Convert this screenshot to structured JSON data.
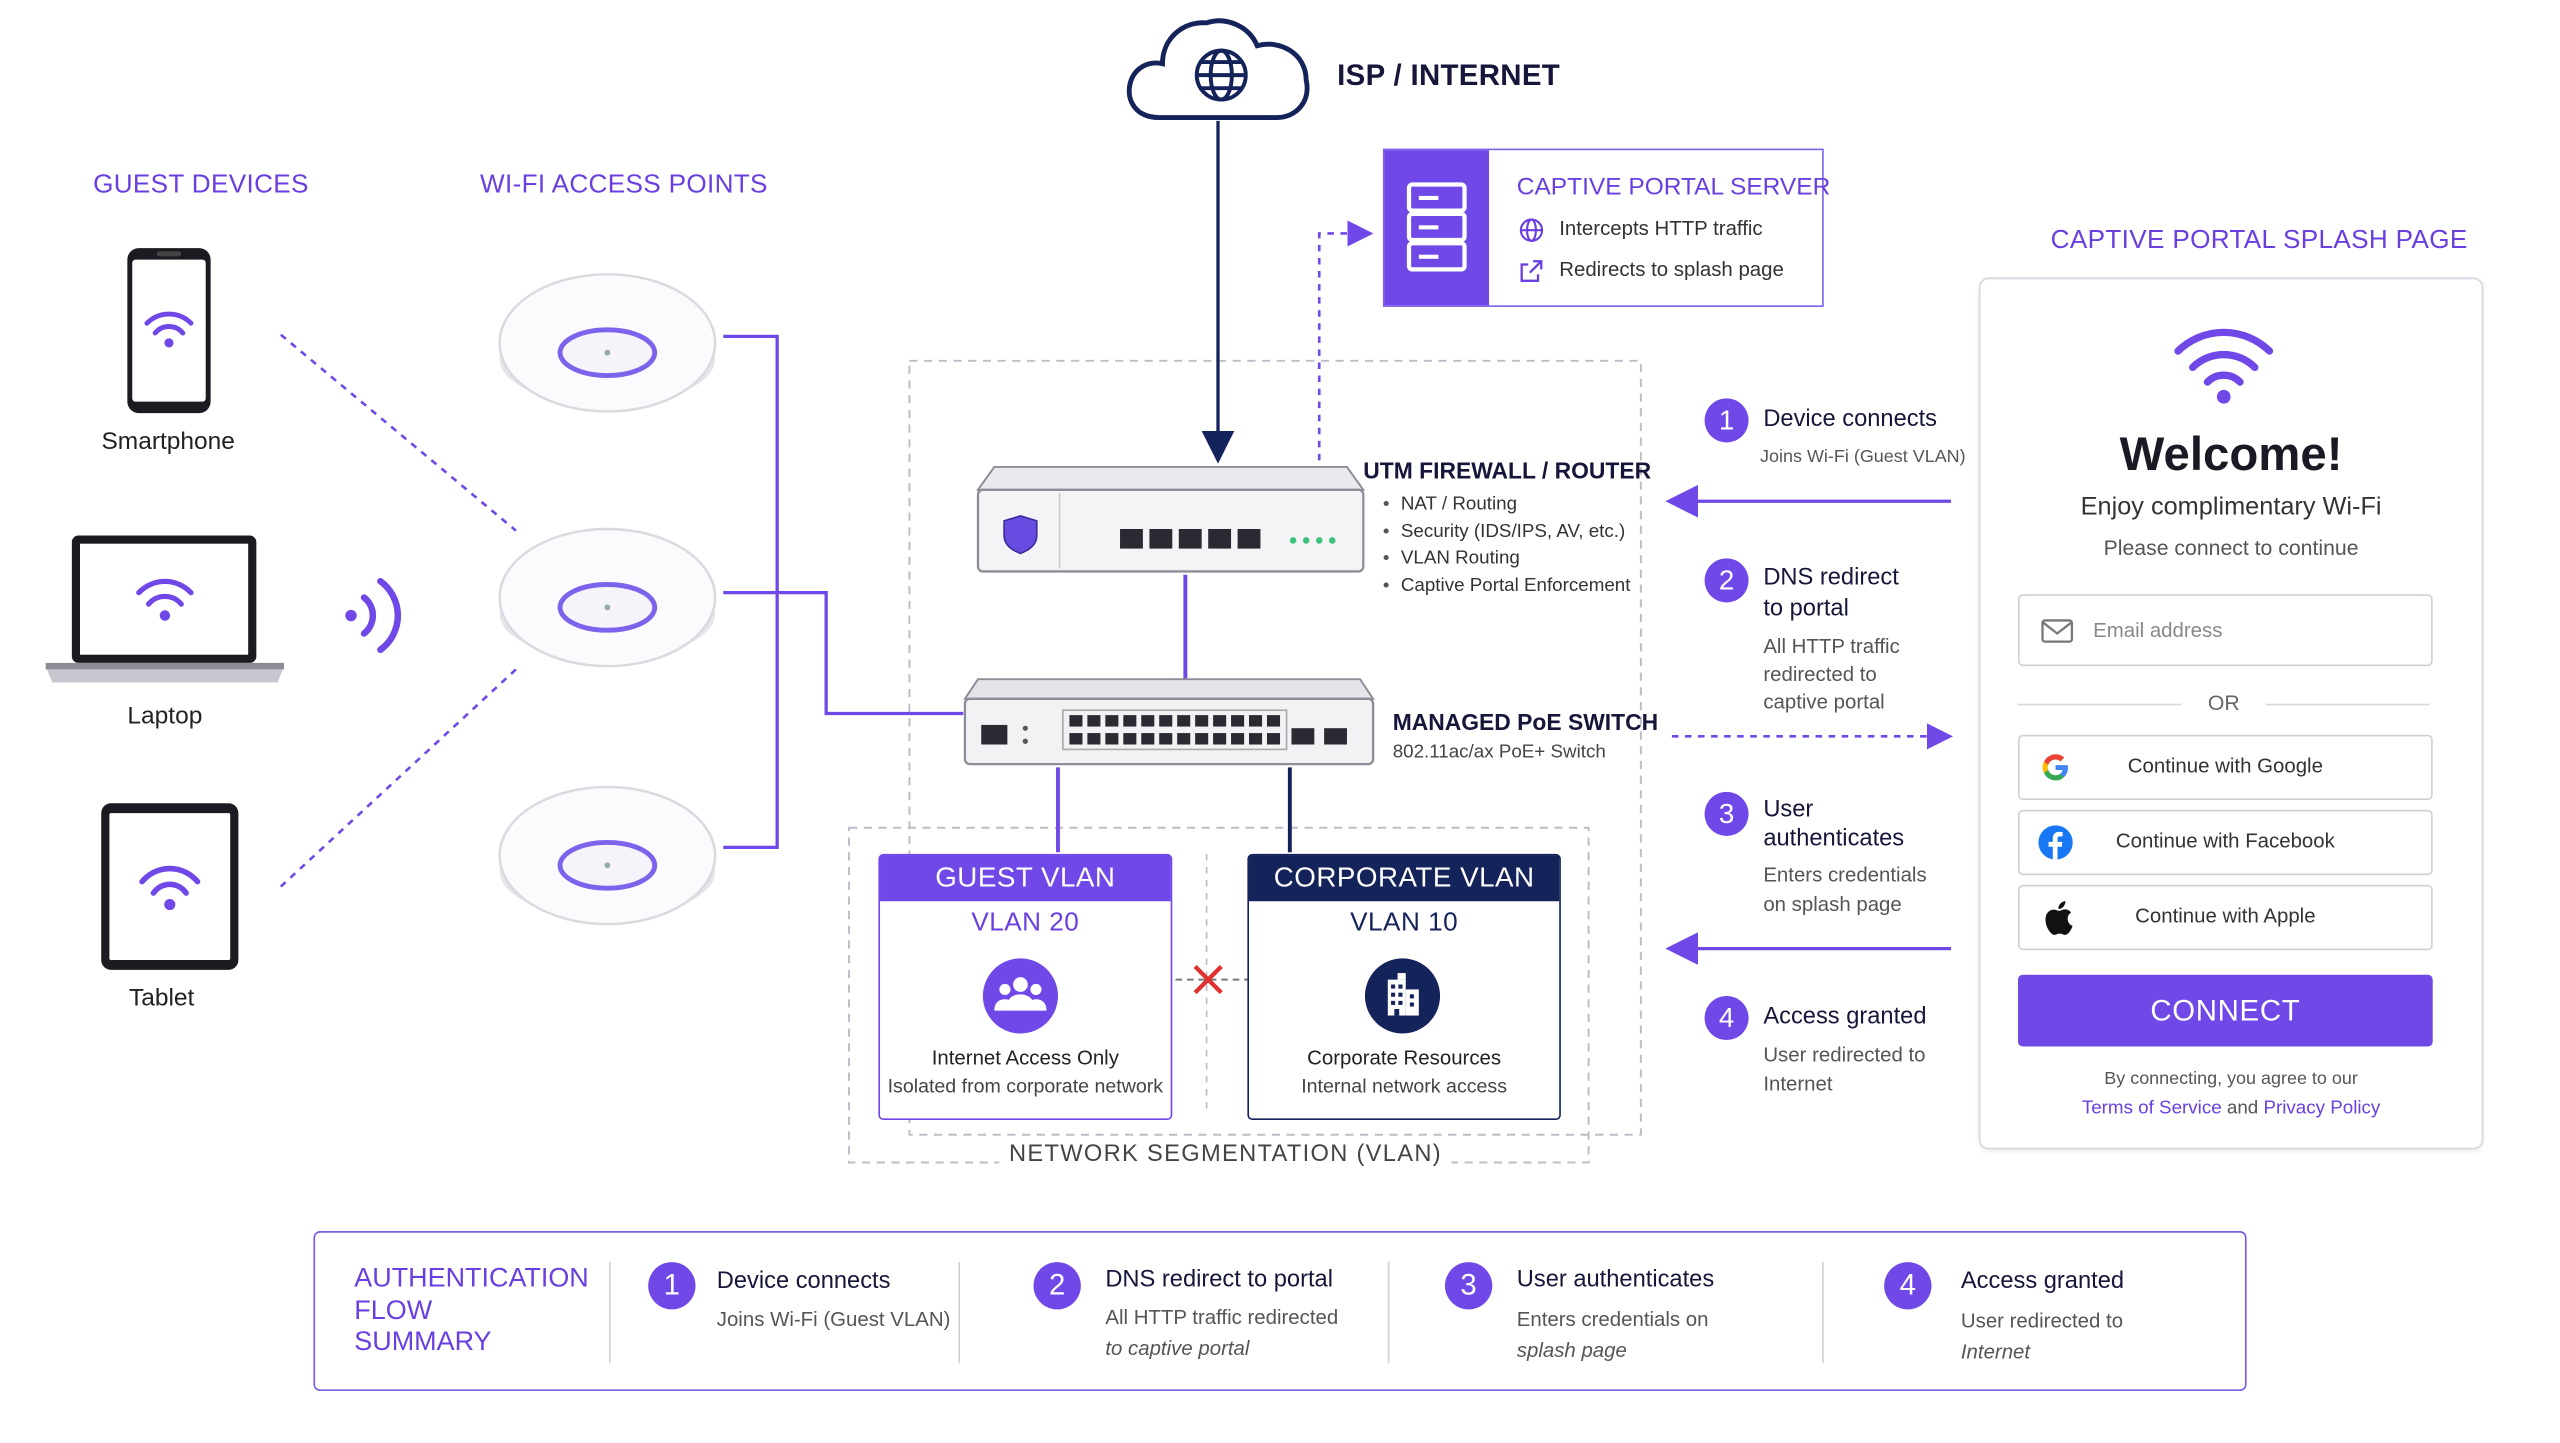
{
  "internet": {
    "label": "ISP / INTERNET"
  },
  "sections": {
    "guest_devices": "GUEST DEVICES",
    "access_points": "WI-FI ACCESS POINTS",
    "splash_page": "CAPTIVE PORTAL SPLASH PAGE",
    "segmentation": "NETWORK SEGMENTATION (VLAN)"
  },
  "devices": [
    {
      "label": "Smartphone"
    },
    {
      "label": "Laptop"
    },
    {
      "label": "Tablet"
    }
  ],
  "captive_server": {
    "title": "CAPTIVE PORTAL SERVER",
    "items": [
      "Intercepts HTTP traffic",
      "Redirects to splash page"
    ]
  },
  "firewall": {
    "title": "UTM FIREWALL / ROUTER",
    "bullets": [
      "NAT / Routing",
      "Security (IDS/IPS, AV, etc.)",
      "VLAN Routing",
      "Captive Portal Enforcement"
    ]
  },
  "switch": {
    "title": "MANAGED PoE SWITCH",
    "subtitle": "802.11ac/ax PoE+ Switch"
  },
  "vlans": [
    {
      "header": "GUEST VLAN",
      "id": "VLAN 20",
      "line1": "Internet Access Only",
      "line2": "Isolated from corporate network",
      "color": "#7048e8"
    },
    {
      "header": "CORPORATE VLAN",
      "id": "VLAN 10",
      "line1": "Corporate Resources",
      "line2": "Internal network access",
      "color": "#14235a"
    }
  ],
  "steps": [
    {
      "num": "1",
      "title": "Device connects",
      "desc": "Joins Wi-Fi (Guest VLAN)"
    },
    {
      "num": "2",
      "title": "DNS redirect to portal",
      "desc": "All HTTP traffic redirected to captive portal"
    },
    {
      "num": "3",
      "title": "User authenticates",
      "desc": "Enters credentials on splash page"
    },
    {
      "num": "4",
      "title": "Access granted",
      "desc": "User redirected to Internet"
    }
  ],
  "flow_steps": {
    "s1": {
      "title": "Device connects",
      "desc": "Joins Wi-Fi (Guest VLAN)"
    },
    "s2": {
      "title_a": "DNS redirect",
      "title_b": "to portal",
      "desc_a": "All HTTP traffic",
      "desc_b": "redirected to",
      "desc_c": "captive portal"
    },
    "s3": {
      "title_a": "User",
      "title_b": "authenticates",
      "desc_a": "Enters credentials",
      "desc_b": "on splash page"
    },
    "s4": {
      "title": "Access granted",
      "desc_a": "User redirected to",
      "desc_b": "Internet"
    }
  },
  "summary_steps": {
    "s2": {
      "desc_a": "All HTTP traffic redirected",
      "desc_b": "to captive portal"
    },
    "s3": {
      "desc_a": "Enters credentials on",
      "desc_b": "splash page"
    },
    "s4": {
      "desc_a": "User redirected to",
      "desc_b": "Internet"
    }
  },
  "portal": {
    "welcome": "Welcome!",
    "tagline": "Enjoy complimentary Wi-Fi",
    "prompt": "Please connect to continue",
    "email_placeholder": "Email address",
    "or": "OR",
    "google": "Continue with Google",
    "facebook": "Continue with Facebook",
    "apple": "Continue with Apple",
    "connect": "CONNECT",
    "agree": "By connecting, you agree to our",
    "terms": "Terms of Service",
    "and": "and",
    "privacy": "Privacy Policy"
  },
  "summary": {
    "title_lines": [
      "AUTHENTICATION",
      "FLOW",
      "SUMMARY"
    ]
  },
  "colors": {
    "accent": "#7048e8",
    "navy": "#14235a",
    "error": "#e03030"
  }
}
